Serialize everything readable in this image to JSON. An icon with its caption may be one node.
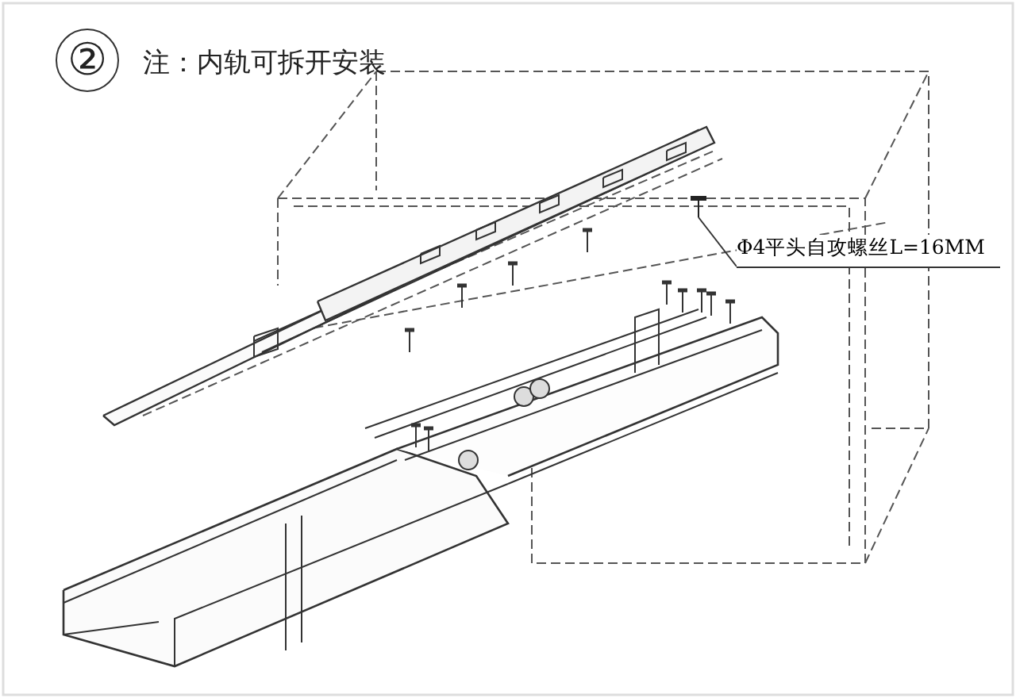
{
  "diagram": {
    "nodes": [
      {
        "text": [
          "Φ4平头自攻螺丝L=16MM"
        ]
      },
      {
        "text": [],
        "shape": "picture"
      }
    ],
    "edges": [
      {
        "from": 0,
        "to": 1,
        "arrow": "none"
      }
    ],
    "labels": [
      "②",
      "注：内轨可拆开安装"
    ]
  }
}
